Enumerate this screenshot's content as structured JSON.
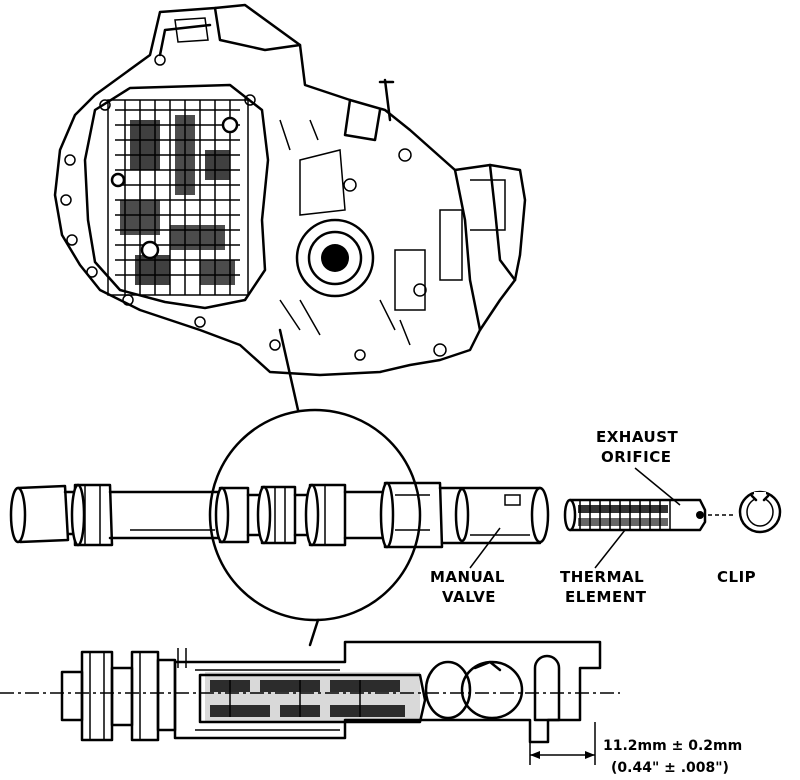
{
  "labels": {
    "exhaust_orifice_line1": "EXHAUST",
    "exhaust_orifice_line2": "ORIFICE",
    "manual_valve_line1": "MANUAL",
    "manual_valve_line2": "VALVE",
    "thermal_element_line1": "THERMAL",
    "thermal_element_line2": "ELEMENT",
    "clip": "CLIP"
  },
  "dimension": {
    "metric": "11.2mm ± 0.2mm",
    "imperial": "(0.44\" ± .008\")"
  }
}
